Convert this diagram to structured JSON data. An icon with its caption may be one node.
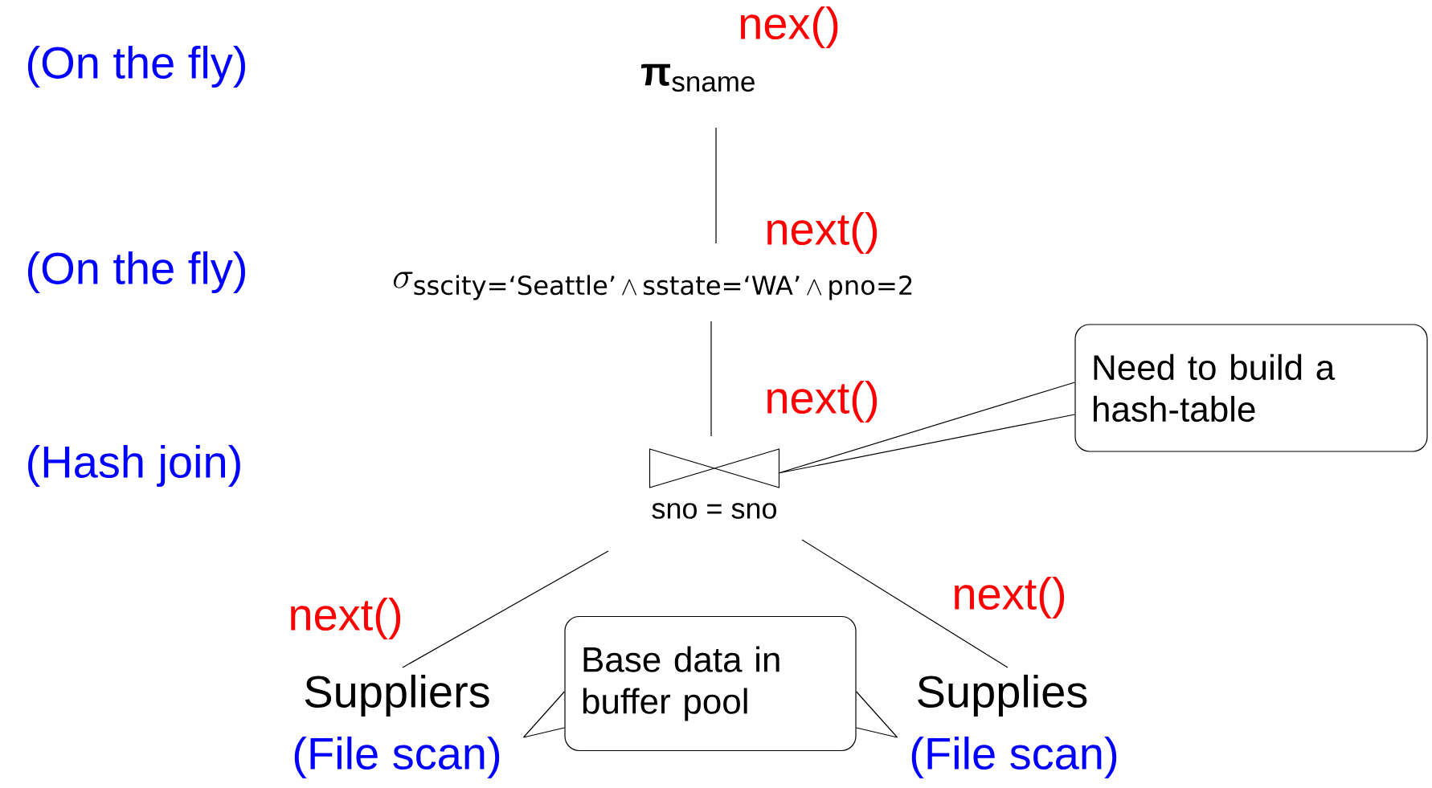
{
  "diagram": {
    "nodes": [
      {
        "text": [
          "**π**$_{sname}$"
        ],
        "beside": [
          "nex()"
        ]
      },
      {
        "text": [
          "\\sigma_{\\text{sscity=‘Seattle’}\\,\\wedge\\,\\text{sstate=‘WA’}\\,\\wedge\\,\\text{pno=2}}"
        ]
      },
      {
        "text": [],
        "shape": "bowtie",
        "beside": [
          "sno = sno"
        ]
      },
      {
        "text": [
          "Suppliers"
        ],
        "beside": [
          "(File scan)"
        ]
      },
      {
        "text": [
          "Supplies"
        ],
        "beside": [
          "(File scan)"
        ]
      },
      {
        "text": [
          "Need to build a hash-table"
        ]
      },
      {
        "text": [
          "Base data in buffer pool"
        ]
      }
    ],
    "edges": [
      {
        "from": 1,
        "to": 0,
        "arrow": "none",
        "label": "next()"
      },
      {
        "from": 2,
        "to": 1,
        "arrow": "none",
        "label": "next()"
      },
      {
        "from": 3,
        "to": 2,
        "arrow": "none",
        "label": "next()"
      },
      {
        "from": 4,
        "to": 2,
        "arrow": "none",
        "label": "next()"
      },
      {
        "from": 5,
        "to": 2,
        "arrow": "none"
      },
      {
        "from": 6,
        "to": 3,
        "arrow": "none"
      },
      {
        "from": 6,
        "to": 4,
        "arrow": "none"
      }
    ],
    "labels": [
      "(On the fly)",
      "(On the fly)",
      "(Hash join)"
    ]
  }
}
